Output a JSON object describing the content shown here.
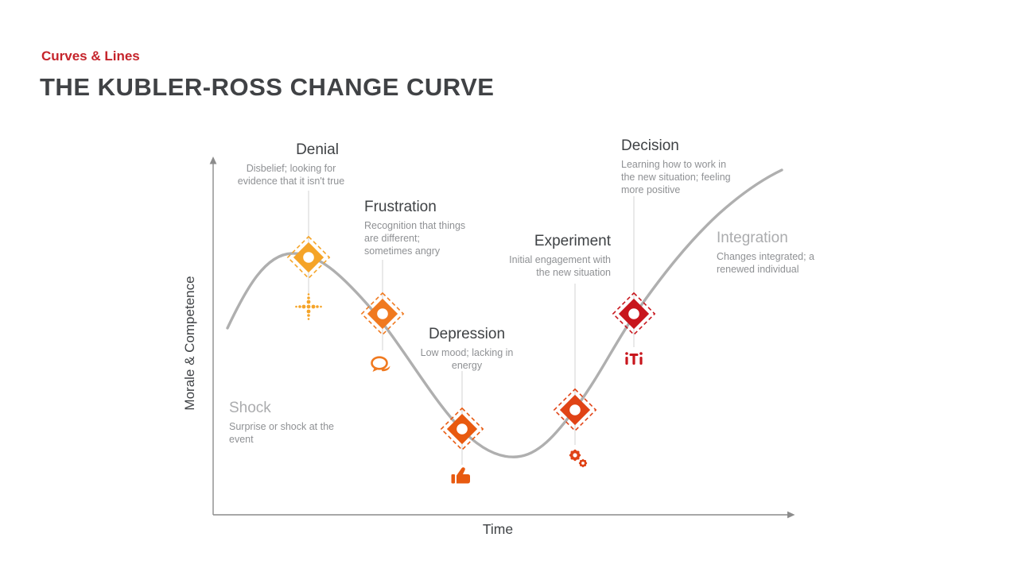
{
  "header": {
    "eyebrow": "Curves & Lines",
    "title": "THE KUBLER-ROSS CHANGE CURVE",
    "eyebrow_color": "#C5242B",
    "title_color": "#404245"
  },
  "axes": {
    "y_label": "Morale & Competence",
    "x_label": "Time",
    "axis_color": "#8C8C8C"
  },
  "curve": {
    "color": "#AFAFAF",
    "connector_color": "#D3D3D3"
  },
  "colors": {
    "stage_title_dark": "#3F4245",
    "stage_title_light": "#ABACAE",
    "desc_text": "#8F9194"
  },
  "stages": [
    {
      "title": "Shock",
      "desc_lines": [
        "Surprise or shock at the",
        "event"
      ],
      "title_style": "light",
      "marker_color": null,
      "icon": null
    },
    {
      "title": "Denial",
      "desc_lines": [
        "Disbelief; looking for",
        "evidence that it isn't true"
      ],
      "title_style": "dark",
      "marker_color": "#F5A428",
      "icon": "move-dots-icon"
    },
    {
      "title": "Frustration",
      "desc_lines": [
        "Recognition that things",
        "are different;",
        "sometimes angry"
      ],
      "title_style": "dark",
      "marker_color": "#F0791F",
      "icon": "chat-bubble-icon"
    },
    {
      "title": "Depression",
      "desc_lines": [
        "Low mood; lacking in",
        "energy"
      ],
      "title_style": "dark",
      "marker_color": "#E85A10",
      "icon": "thumbs-up-icon"
    },
    {
      "title": "Experiment",
      "desc_lines": [
        "Initial engagement with",
        "the new situation"
      ],
      "title_style": "dark",
      "marker_color": "#E04316",
      "icon": "gears-icon"
    },
    {
      "title": "Decision",
      "desc_lines": [
        "Learning how to work in",
        "the new situation; feeling",
        "more positive"
      ],
      "title_style": "dark",
      "marker_color": "#C8161D",
      "icon": "hierarchy-icon"
    },
    {
      "title": "Integration",
      "desc_lines": [
        "Changes integrated; a",
        "renewed individual"
      ],
      "title_style": "light",
      "marker_color": null,
      "icon": null
    }
  ]
}
